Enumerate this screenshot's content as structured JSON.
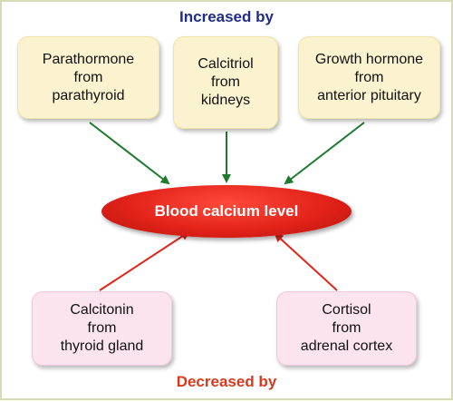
{
  "labels": {
    "increased": "Increased by",
    "decreased": "Decreased by",
    "center": "Blood calcium level"
  },
  "increase_boxes": [
    {
      "text": "Parathormone\nfrom\nparathyroid"
    },
    {
      "text": "Calcitriol\nfrom\nkidneys"
    },
    {
      "text": "Growth hormone\nfrom\nanterior pituitary"
    }
  ],
  "decrease_boxes": [
    {
      "text": "Calcitonin\nfrom\nthyroid gland"
    },
    {
      "text": "Cortisol\nfrom\nadrenal cortex"
    }
  ],
  "colors": {
    "increase_text": "#1f2d86",
    "decrease_text": "#d63a1d",
    "increase_arrow": "#1e7a2c",
    "decrease_arrow": "#e0261b",
    "center_fill": "#e2231a",
    "increase_box": "#fbf3cf",
    "decrease_box": "#fbe4ee"
  }
}
